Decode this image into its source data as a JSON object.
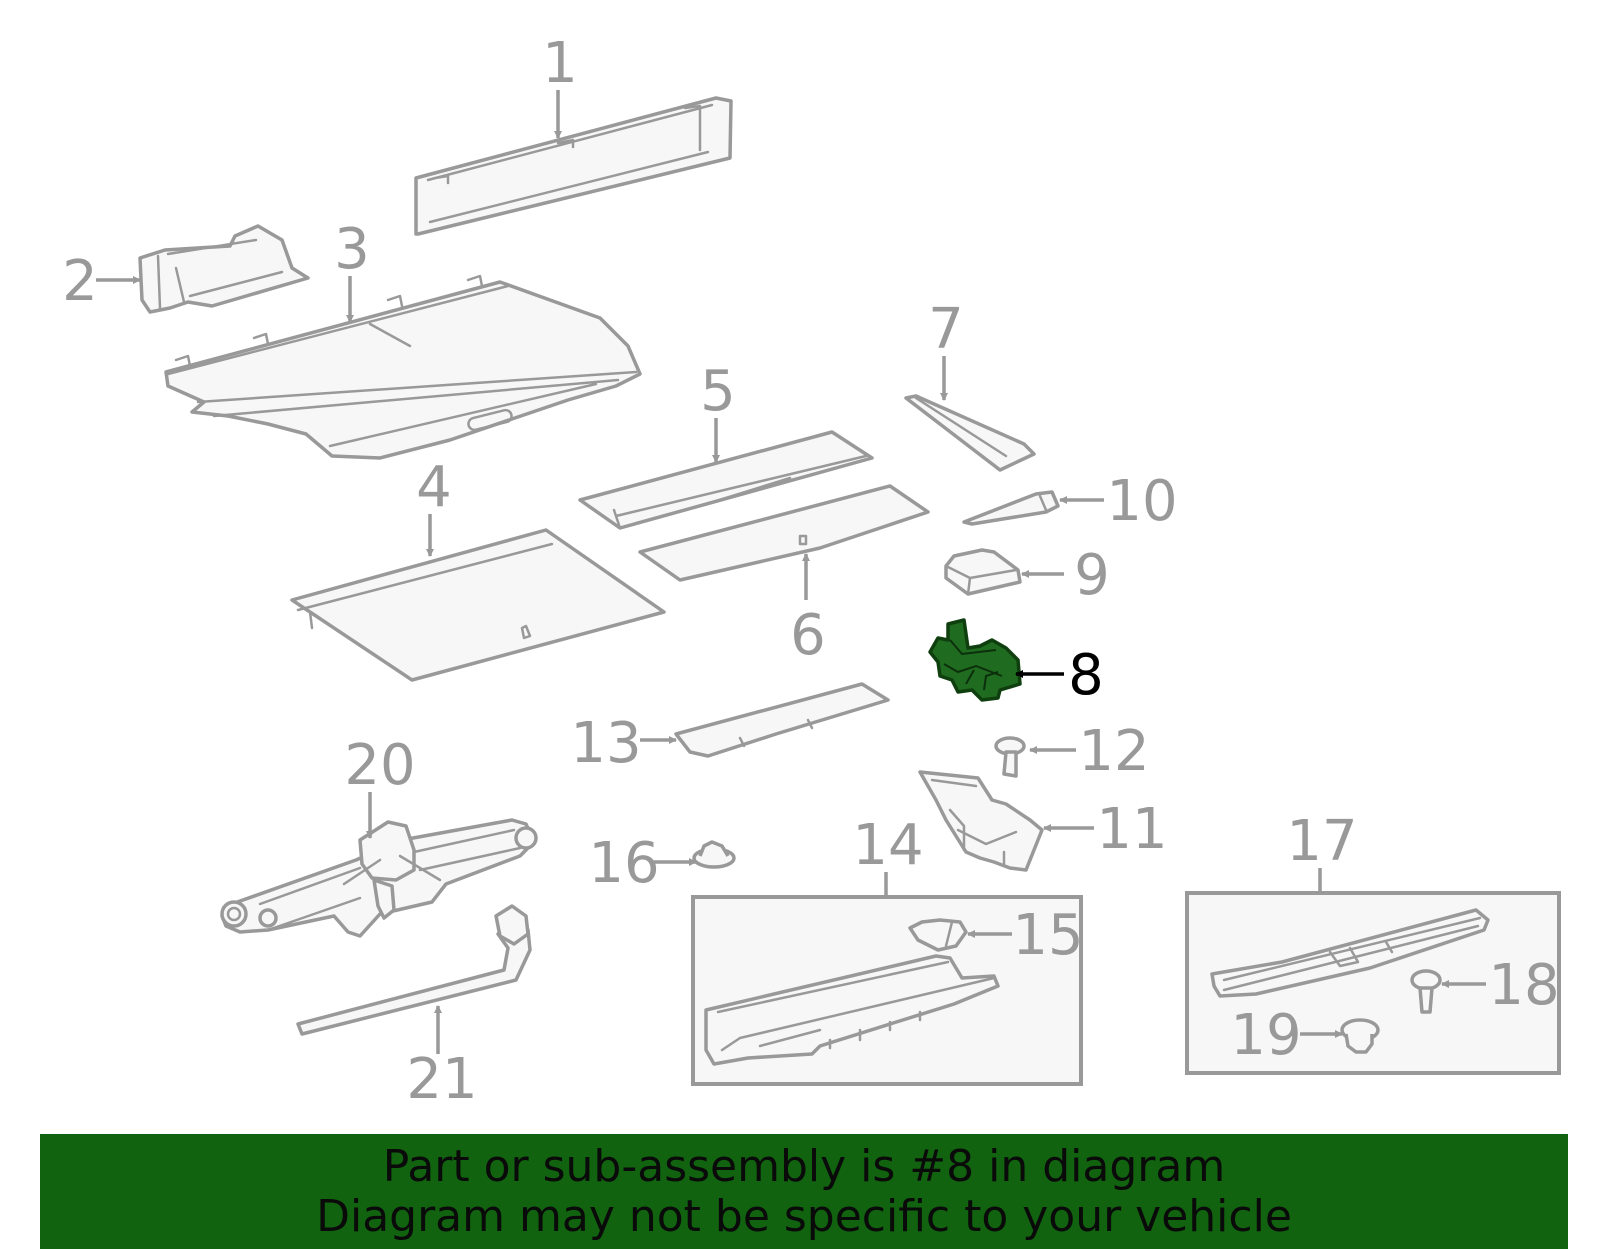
{
  "diagram": {
    "callouts": {
      "c1": "1",
      "c2": "2",
      "c3": "3",
      "c4": "4",
      "c5": "5",
      "c6": "6",
      "c7": "7",
      "c8": "8",
      "c9": "9",
      "c10": "10",
      "c11": "11",
      "c12": "12",
      "c13": "13",
      "c14": "14",
      "c15": "15",
      "c16": "16",
      "c17": "17",
      "c18": "18",
      "c19": "19",
      "c20": "20",
      "c21": "21"
    },
    "highlighted_part": "8"
  },
  "banner": {
    "line1": "Part or sub-assembly is #8 in diagram",
    "line2": "Diagram may not be specific to your vehicle"
  },
  "colors": {
    "banner_bg": "#11630f",
    "highlight_fill": "#1f6b1f",
    "part_stroke": "#999999",
    "callout_text": "#999999",
    "highlight_callout_text": "#000000"
  }
}
